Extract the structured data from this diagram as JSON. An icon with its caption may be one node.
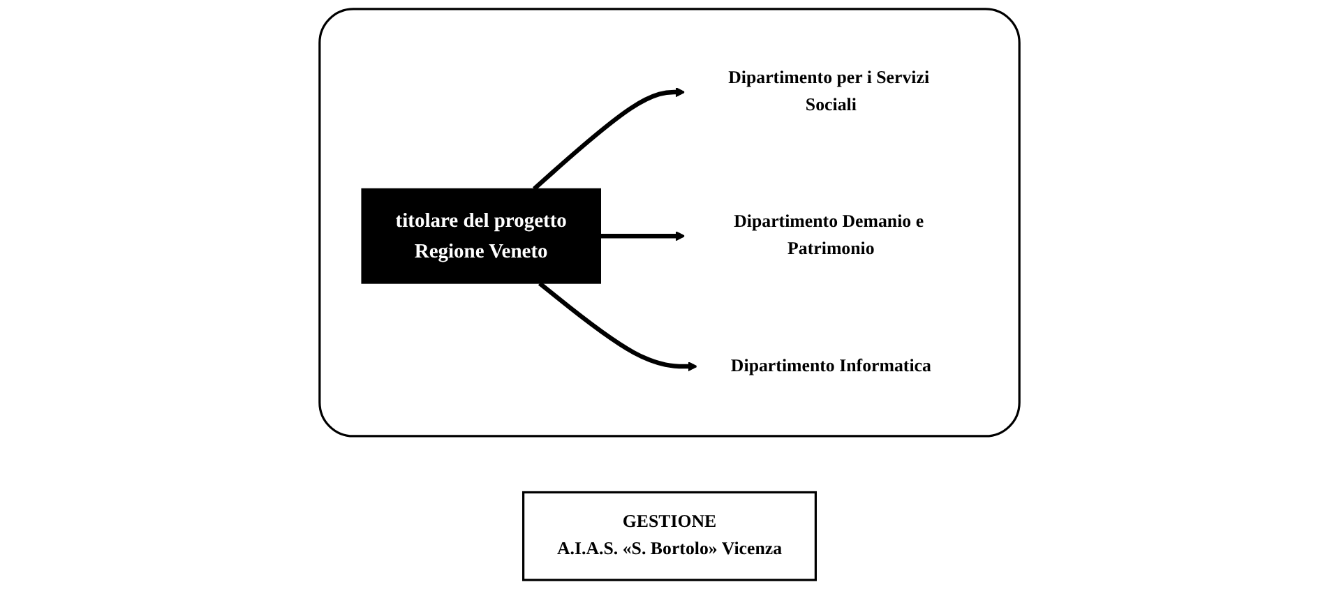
{
  "diagram": {
    "nodes": [
      {
        "text": [],
        "shape": "box"
      },
      {
        "text": [
          "titolare del progetto",
          "Regione Veneto"
        ],
        "in": 0
      },
      {
        "text": [
          "Dipartimento per i Servizi Sociali"
        ],
        "in": 0
      },
      {
        "text": [
          "Dipartimento Demanio e Patrimonio"
        ],
        "in": 0
      },
      {
        "text": [
          "Dipartimento Informatica"
        ],
        "in": 0
      },
      {
        "text": [
          "GESTIONE",
          "A.I.A.S. «S. Bortolo» Vicenza"
        ]
      }
    ],
    "edges": [
      {
        "from": 1,
        "to": 2,
        "arrow": "to"
      },
      {
        "from": 1,
        "to": 3,
        "arrow": "to"
      },
      {
        "from": 1,
        "to": 4,
        "arrow": "to"
      }
    ]
  }
}
